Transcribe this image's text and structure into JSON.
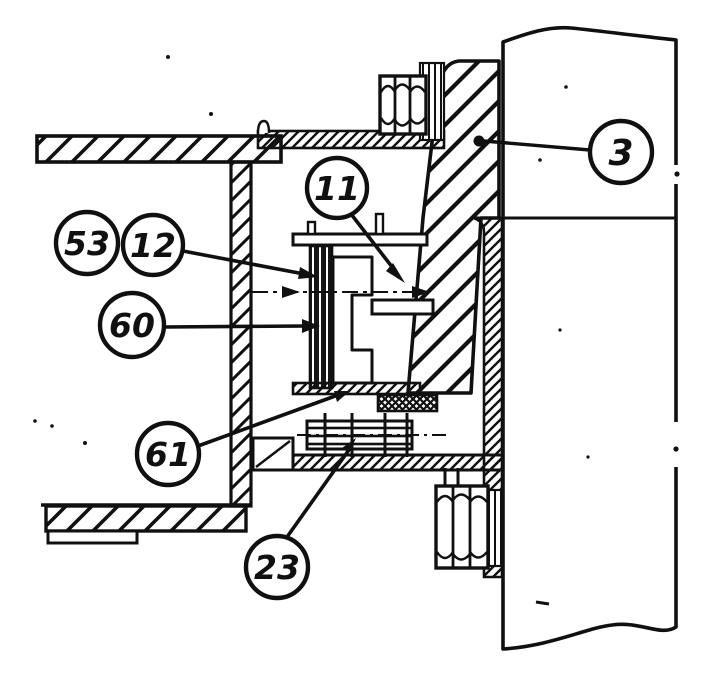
{
  "figure": {
    "kind": "patent-style sectional technical drawing",
    "ink_color": "#101010",
    "paper_color": "#ffffff",
    "callouts": [
      {
        "label": "3"
      },
      {
        "label": "11"
      },
      {
        "label": "53"
      },
      {
        "label": "12"
      },
      {
        "label": "60"
      },
      {
        "label": "61"
      },
      {
        "label": "23"
      }
    ]
  }
}
